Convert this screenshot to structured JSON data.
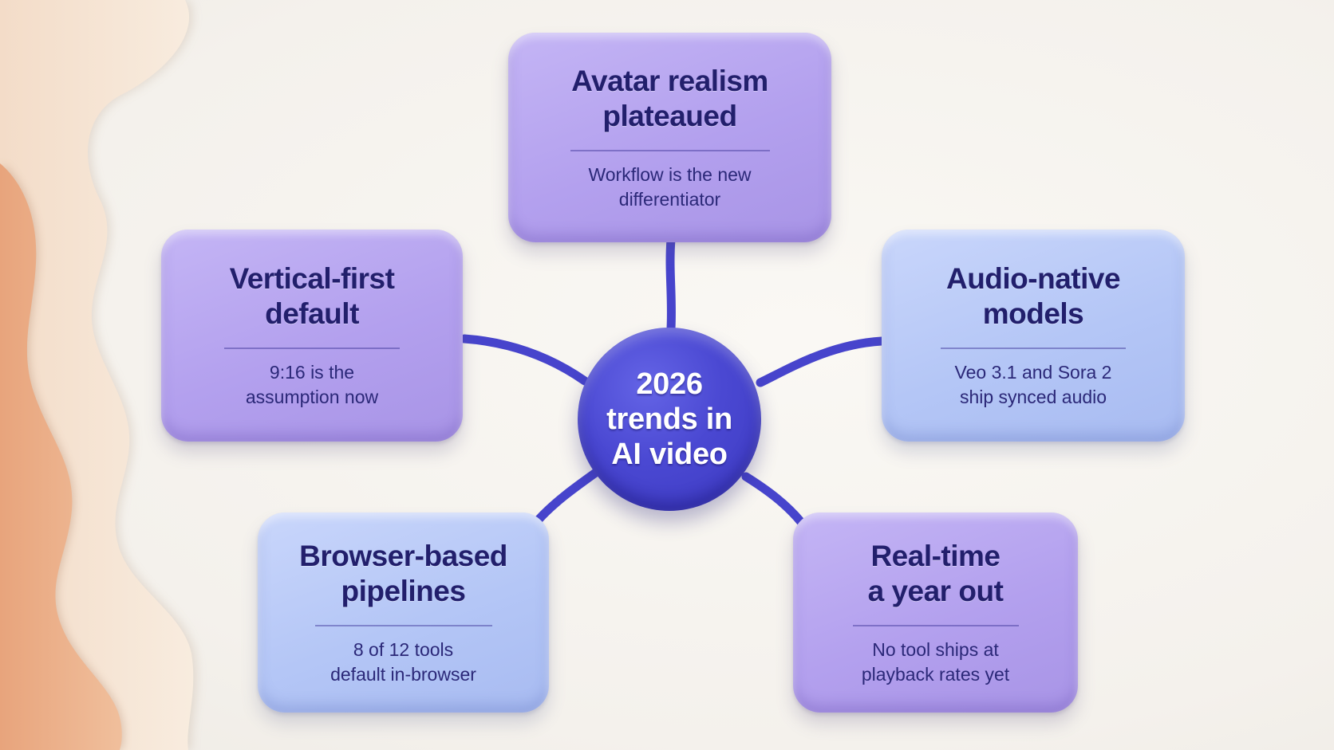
{
  "hub": {
    "line1": "2026",
    "line2": "trends in",
    "line3": "AI video"
  },
  "cards": {
    "top": {
      "title_line1": "Avatar realism",
      "title_line2": "plateaued",
      "sub_line1": "Workflow is the new",
      "sub_line2": "differentiator"
    },
    "left": {
      "title_line1": "Vertical-first",
      "title_line2": "default",
      "sub_line1": "9:16 is the",
      "sub_line2": "assumption now"
    },
    "right": {
      "title_line1": "Audio-native",
      "title_line2": "models",
      "sub_line1": "Veo 3.1 and Sora 2",
      "sub_line2": "ship synced audio"
    },
    "bottom_left": {
      "title_line1": "Browser-based",
      "title_line2": "pipelines",
      "sub_line1": "8 of 12 tools",
      "sub_line2": "default in-browser"
    },
    "bottom_right": {
      "title_line1": "Real-time",
      "title_line2": "a year out",
      "sub_line1": "No tool ships at",
      "sub_line2": "playback rates yet"
    }
  },
  "colors": {
    "hub": "#4a48d2",
    "connector": "#4744cc",
    "card_purple": "#b3a0ee",
    "card_blue": "#b4c6f6",
    "text_dark": "#221f6c",
    "background": "#f6f3ee",
    "wave_outer": "#f6e3d2",
    "wave_inner": "#eab08c"
  }
}
